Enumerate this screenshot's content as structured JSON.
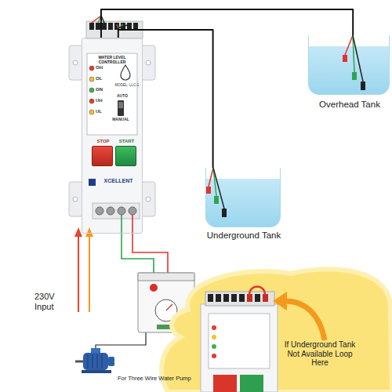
{
  "diagram": {
    "nodes": [
      {
        "text": [
          "WATER LEVEL CONTROLLER",
          "MODEL: LLC-1",
          "XCELLENT"
        ]
      },
      {
        "text": [
          "STOP"
        ],
        "in": 0
      },
      {
        "text": [
          "START"
        ],
        "in": 0
      },
      {
        "text": [
          "Overhead Tank"
        ]
      },
      {
        "text": [
          "Underground Tank"
        ]
      },
      {
        "text": [
          "If Underground Tank Not Available Loop Here"
        ]
      }
    ],
    "edges": [
      {
        "from": 0,
        "to": 3,
        "arrow": "none"
      },
      {
        "from": 0,
        "to": 4,
        "arrow": "none"
      }
    ],
    "labels": [
      "OH",
      "OL",
      "ON",
      "UH",
      "UL",
      "AUTO",
      "MANUAL",
      "230V Input",
      "For Three Wire Water Pump"
    ]
  }
}
